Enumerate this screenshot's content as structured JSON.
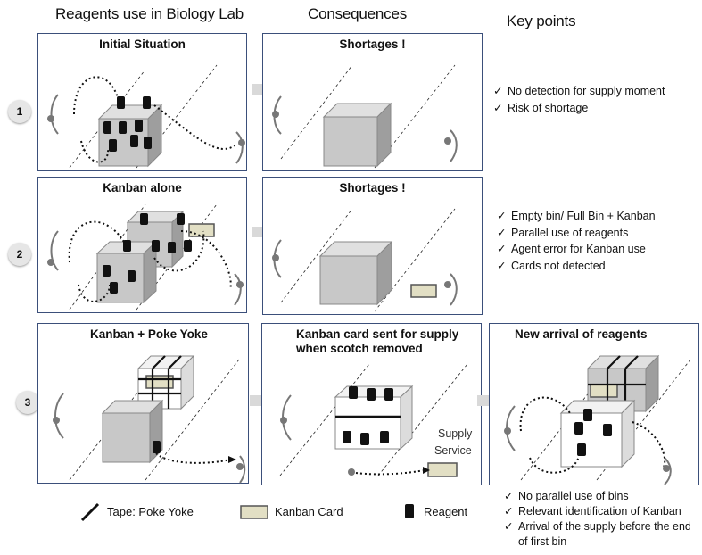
{
  "headers": {
    "col1": "Reagents use in Biology Lab",
    "col2": "Consequences",
    "col3": "Key points"
  },
  "rows": [
    {
      "number": "1",
      "scenario_title": "Initial Situation",
      "consequence_title": "Shortages !",
      "key_points": [
        "No detection for supply moment",
        "Risk of shortage"
      ]
    },
    {
      "number": "2",
      "scenario_title": "Kanban alone",
      "consequence_title": "Shortages !",
      "key_points": [
        "Empty bin/ Full Bin + Kanban",
        "Parallel use of reagents",
        "Agent error for Kanban use",
        "Cards not detected"
      ]
    },
    {
      "number": "3",
      "scenario_title": "Kanban + Poke Yoke",
      "consequence_title": "Kanban card sent for supply when scotch removed",
      "consequence_label_line1": "Kanban card sent for supply",
      "consequence_label_line2": "when scotch removed",
      "supply_service_line1": "Supply",
      "supply_service_line2": "Service",
      "extra_title": "New arrival of reagents",
      "key_points": [
        "No parallel use of bins",
        "Relevant identification of Kanban",
        "Arrival of the supply before the end",
        "of first bin"
      ]
    }
  ],
  "check_mark": "✓",
  "legend": {
    "tape": "Tape: Poke Yoke",
    "kanban_card": "Kanban Card",
    "reagent": "Reagent"
  },
  "colors": {
    "panel_border": "#3b4f7a",
    "box_face": "#c8c8c8",
    "box_dark": "#9e9e9e",
    "reagent": "#111111",
    "kanban_card": "#e2dfc4",
    "arrow": "#d9d9d9"
  }
}
